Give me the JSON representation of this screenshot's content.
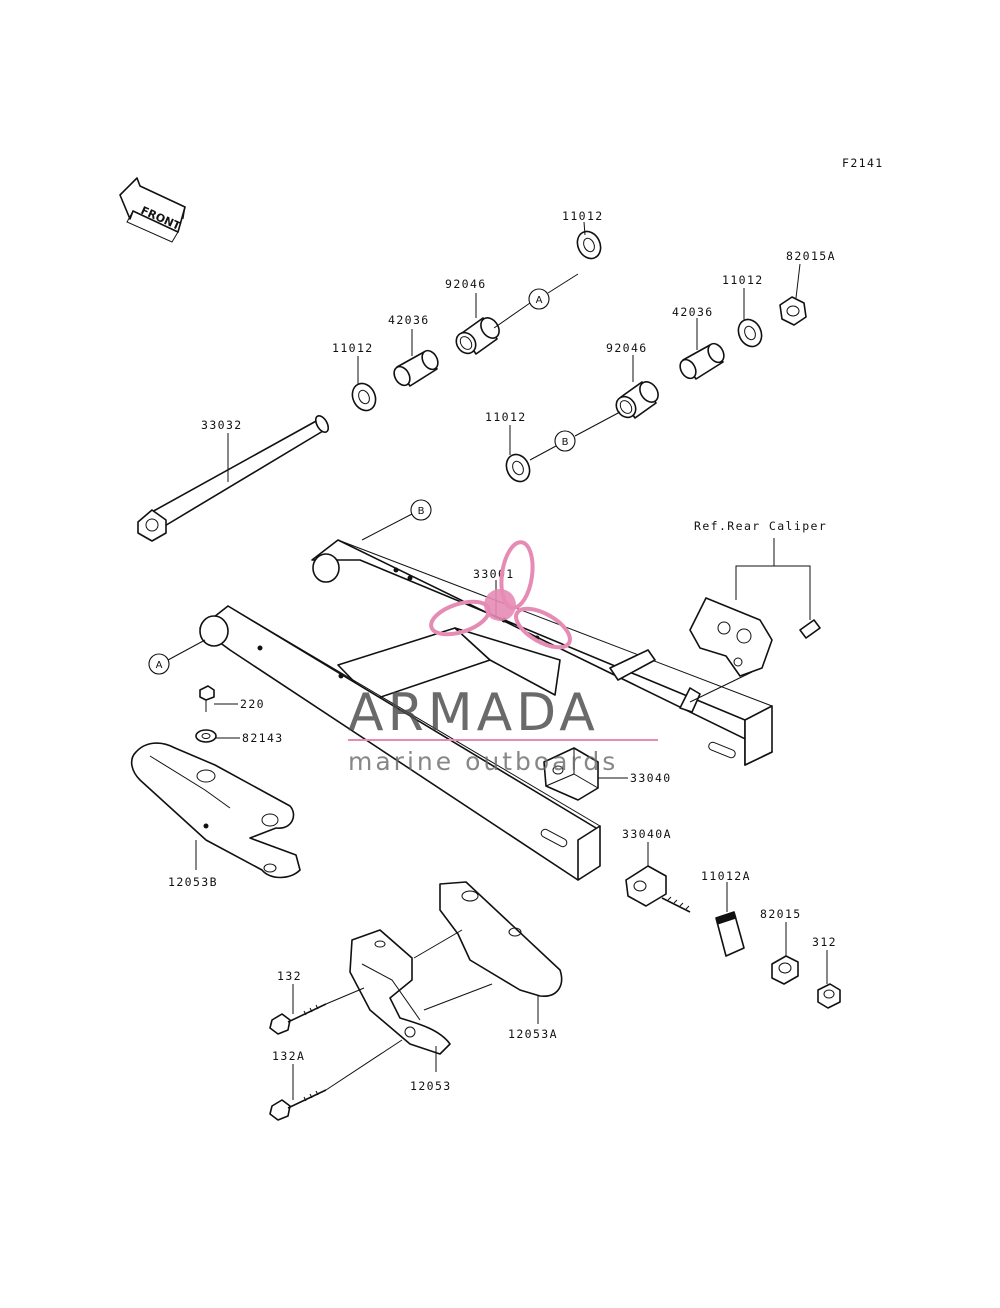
{
  "figure_id": "F2141",
  "front_label": "FRONT",
  "reference_label": "Ref.Rear Caliper",
  "watermark": {
    "brand": "ARMADA",
    "tagline": "marine outboards",
    "brand_color": "#e58bb4",
    "text_color": "#4a4a4a"
  },
  "circle_markers": [
    "A",
    "B",
    "A",
    "B"
  ],
  "part_labels": [
    "11012",
    "92046",
    "42036",
    "11012",
    "33032",
    "82015A",
    "11012",
    "42036",
    "92046",
    "11012",
    "33001",
    "220",
    "82143",
    "12053B",
    "33040",
    "33040A",
    "11012A",
    "82015",
    "312",
    "132",
    "12053A",
    "132A",
    "12053"
  ]
}
